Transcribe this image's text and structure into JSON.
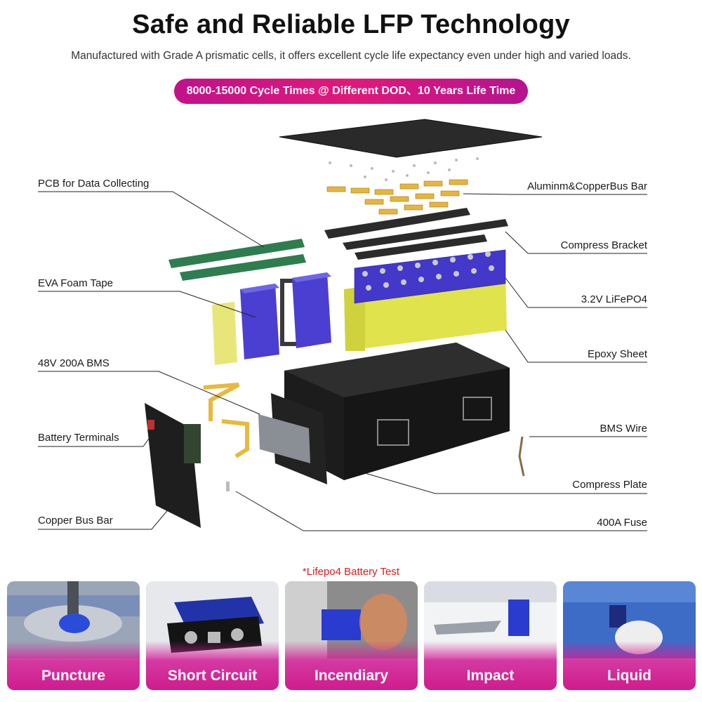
{
  "header": {
    "title": "Safe and Reliable LFP Technology",
    "subtitle": "Manufactured with Grade A prismatic cells, it offers excellent cycle life expectancy even under high and varied loads.",
    "pill": "8000-15000 Cycle Times @ Different DOD、10 Years Life Time"
  },
  "callouts": {
    "left": [
      {
        "id": "pcb",
        "label": "PCB for Data Collecting"
      },
      {
        "id": "eva",
        "label": "EVA Foam Tape"
      },
      {
        "id": "bms",
        "label": "48V 200A BMS"
      },
      {
        "id": "terminals",
        "label": "Battery Terminals"
      },
      {
        "id": "copper",
        "label": "Copper Bus Bar"
      }
    ],
    "right": [
      {
        "id": "busbar",
        "label": "Aluminm&CopperBus Bar"
      },
      {
        "id": "bracket",
        "label": "Compress Bracket"
      },
      {
        "id": "cell",
        "label": "3.2V  LiFePO4"
      },
      {
        "id": "epoxy",
        "label": "Epoxy Sheet"
      },
      {
        "id": "bmswire",
        "label": "BMS Wire"
      },
      {
        "id": "plate",
        "label": "Compress Plate"
      },
      {
        "id": "fuse",
        "label": "400A Fuse"
      }
    ]
  },
  "tests": {
    "title": "*Lifepo4 Battery Test",
    "items": [
      {
        "label": "Puncture",
        "icon": "puncture-photo"
      },
      {
        "label": "Short Circuit",
        "icon": "short-circuit-photo"
      },
      {
        "label": "Incendiary",
        "icon": "incendiary-photo"
      },
      {
        "label": "Impact",
        "icon": "impact-photo"
      },
      {
        "label": "Liquid",
        "icon": "liquid-photo"
      }
    ]
  },
  "colors": {
    "accent": "#d81b86",
    "cell_blue": "#4338c9",
    "epoxy_yellow": "#dfe34a",
    "case_black": "#1c1c1c",
    "test_red": "#e01a1a"
  }
}
